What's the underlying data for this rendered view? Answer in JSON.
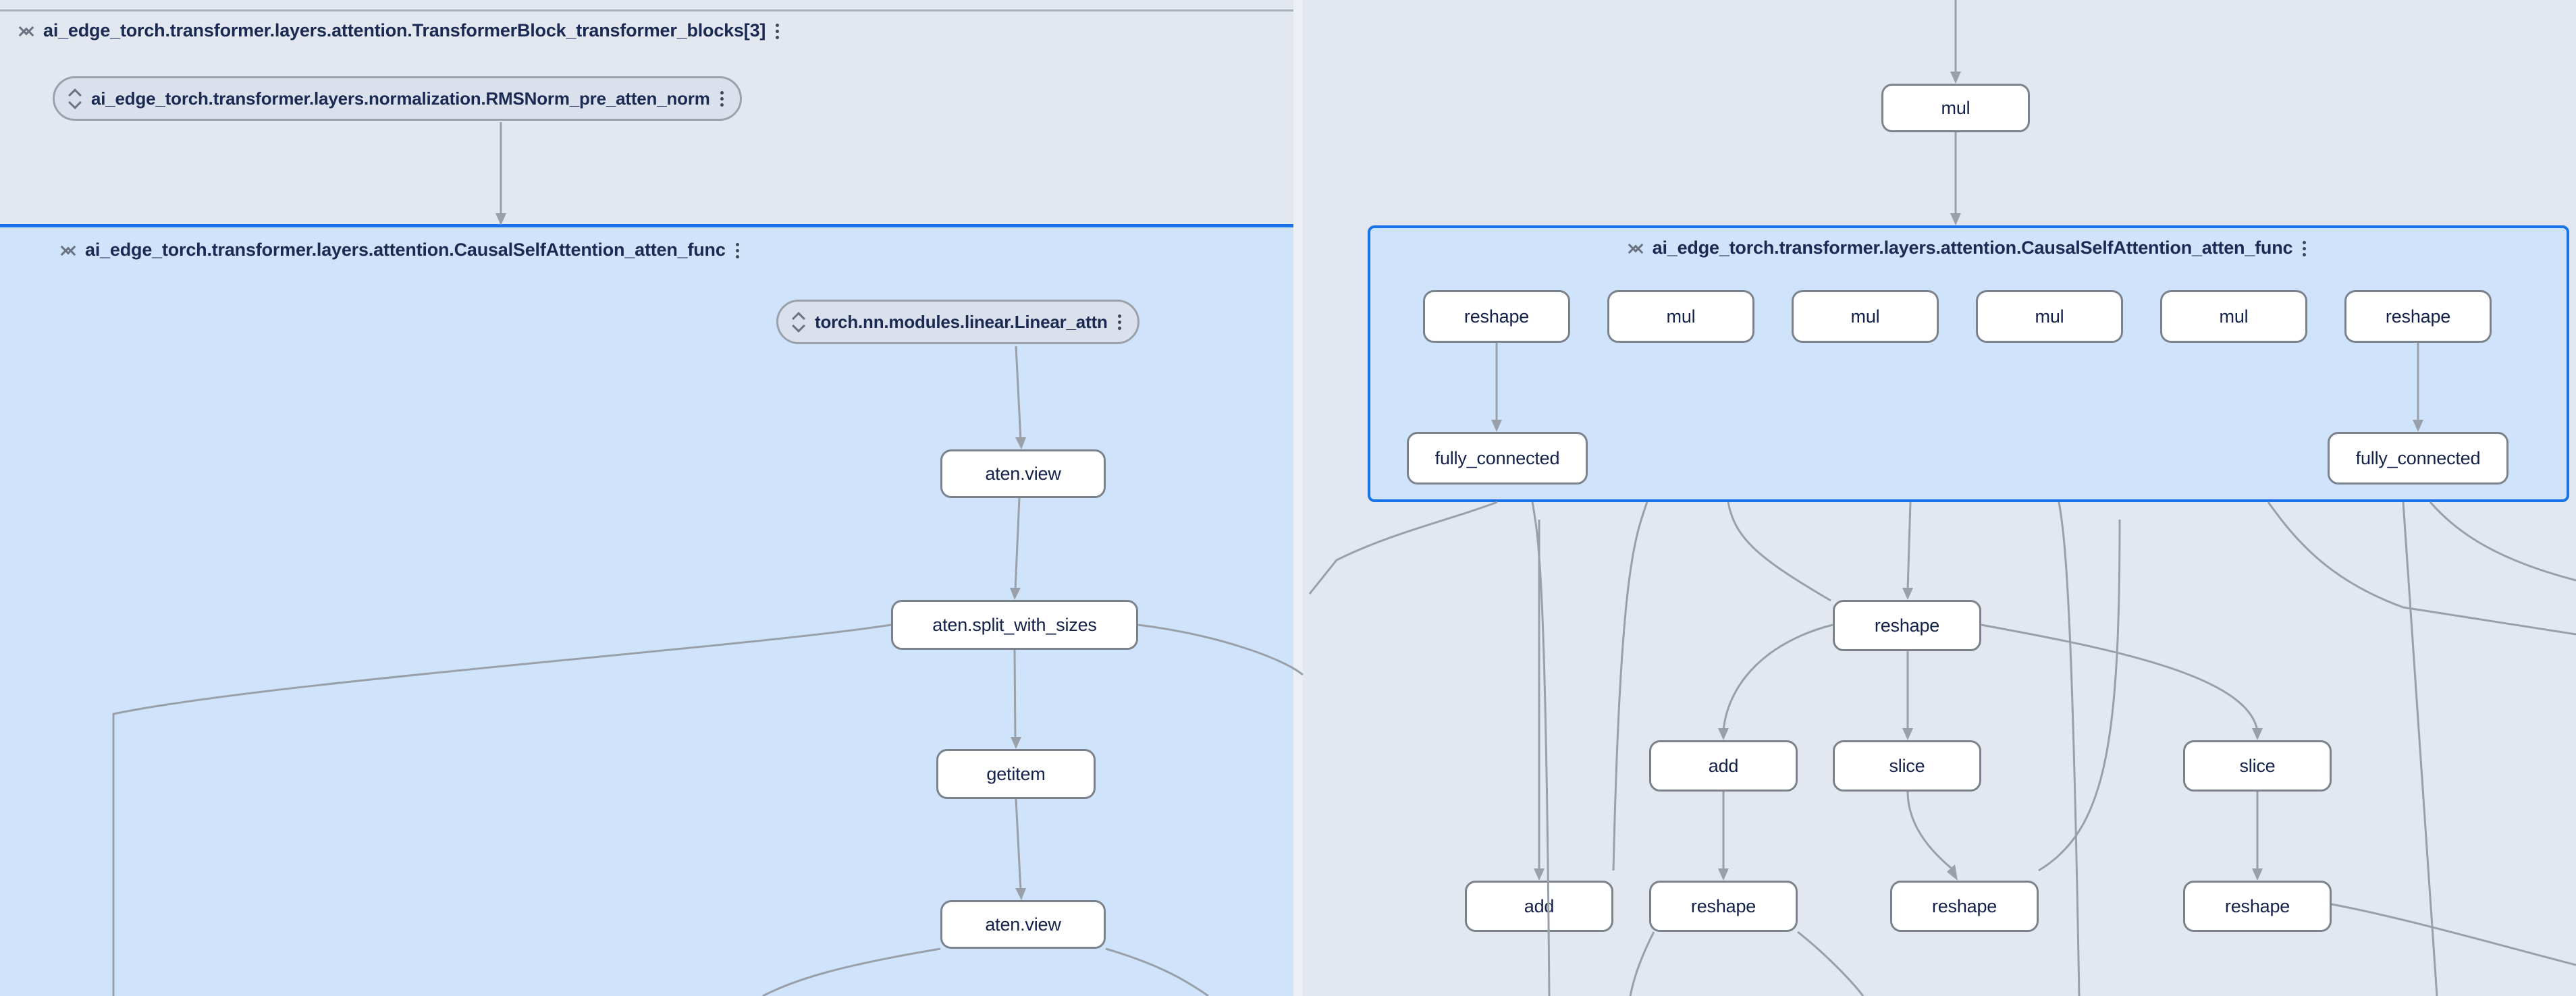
{
  "app": {
    "name": "model-explorer-graph-view",
    "background_color": "#e3e8f0",
    "selected_group_color": "#cfe4fb",
    "selected_border_color": "#1a73e8",
    "node_fill_color": "#ffffff",
    "node_border_color": "#7b828c",
    "edge_color": "#9aa0a9",
    "text_color": "#14214a"
  },
  "left_panel": {
    "outer_group": {
      "label": "ai_edge_torch.transformer.layers.attention.TransformerBlock_transformer_blocks[3]",
      "collapse_icon": "collapse-icon",
      "menu_icon": "kebab-menu-icon"
    },
    "module_nodes": [
      {
        "label": "ai_edge_torch.transformer.layers.normalization.RMSNorm_pre_atten_norm",
        "expand_icon": "expand-collapse-icon",
        "menu_icon": "kebab-menu-icon"
      },
      {
        "label": "torch.nn.modules.linear.Linear_attn",
        "expand_icon": "expand-collapse-icon",
        "menu_icon": "kebab-menu-icon"
      }
    ],
    "selected_group": {
      "label": "ai_edge_torch.transformer.layers.attention.CausalSelfAttention_atten_func",
      "collapse_icon": "collapse-icon",
      "menu_icon": "kebab-menu-icon"
    },
    "op_nodes": [
      {
        "label": "aten.view"
      },
      {
        "label": "aten.split_with_sizes"
      },
      {
        "label": "getitem"
      },
      {
        "label": "aten.view"
      }
    ]
  },
  "right_panel": {
    "top_op_nodes": [
      {
        "label": "mul"
      }
    ],
    "selected_group": {
      "label": "ai_edge_torch.transformer.layers.attention.CausalSelfAttention_atten_func",
      "collapse_icon": "collapse-icon",
      "menu_icon": "kebab-menu-icon"
    },
    "selected_group_row1": [
      {
        "label": "reshape"
      },
      {
        "label": "mul"
      },
      {
        "label": "mul"
      },
      {
        "label": "mul"
      },
      {
        "label": "mul"
      },
      {
        "label": "reshape"
      }
    ],
    "selected_group_row2": [
      {
        "label": "fully_connected"
      },
      {
        "label": "fully_connected"
      }
    ],
    "below_rows": [
      {
        "label": "reshape"
      },
      {
        "label": "add"
      },
      {
        "label": "slice"
      },
      {
        "label": "slice"
      },
      {
        "label": "add"
      },
      {
        "label": "reshape"
      },
      {
        "label": "reshape"
      },
      {
        "label": "reshape"
      }
    ]
  }
}
